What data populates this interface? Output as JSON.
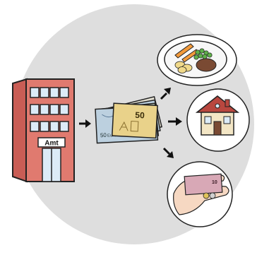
{
  "illustration": {
    "building_sign": "Amt",
    "banknote_main_value": "50",
    "banknote_small_value": "50",
    "banknote_currency": "Euro",
    "hand_note_value": "10"
  },
  "colors": {
    "background_circle": "#dedede",
    "building_facade": "#e07a6f",
    "building_window": "#dcebf7",
    "banknote_yellow": "#e9d28a",
    "banknote_blue": "#bcd0df",
    "house_wall": "#f3e6c5",
    "house_roof": "#b9473f",
    "food_plate": "#f7f7f7",
    "arrow": "#111111"
  },
  "icons": [
    "government-office-icon",
    "money-icon",
    "food-plate-icon",
    "house-icon",
    "cash-in-hand-icon"
  ]
}
